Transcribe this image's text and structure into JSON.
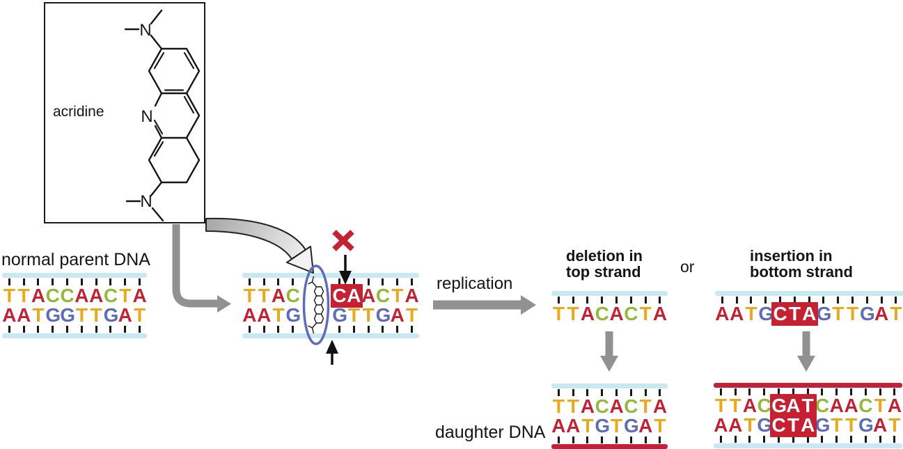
{
  "palette": {
    "base_A": "#C32233",
    "base_T": "#E8A81F",
    "base_C": "#94B83C",
    "base_G": "#5E6EB4",
    "highlight_bg": "#C62132",
    "highlight_text": "#FFFFFF",
    "backbone_blue": "#C8E8F4",
    "backbone_red": "#C4203A",
    "arrow_gray": "#919191",
    "x_mark_red": "#C62132",
    "ellipse_blue": "#5E6EB4"
  },
  "labels": {
    "acridine": "acridine",
    "normal_parent_dna": "normal parent DNA",
    "replication": "replication",
    "or": "or",
    "daughter_dna": "daughter DNA"
  },
  "branches": {
    "deletion": {
      "title_lines": [
        "deletion in",
        "top strand"
      ]
    },
    "insertion": {
      "title_lines": [
        "insertion in",
        "bottom strand"
      ]
    }
  },
  "strands": {
    "parent_top": [
      {
        "text": "TTACCAACTA"
      }
    ],
    "parent_bottom": [
      {
        "text": "AATGGTTGAT"
      }
    ],
    "intercalated_top": [
      {
        "text": "TTAC"
      },
      {
        "gap": 46
      },
      {
        "text": "CA",
        "highlight": true
      },
      {
        "text": "ACTA"
      }
    ],
    "intercalated_bottom": [
      {
        "text": "AATG"
      },
      {
        "gap": 46
      },
      {
        "text": "GTTGAT"
      }
    ],
    "deletion_top": [
      {
        "text": "TTACACTA"
      }
    ],
    "insertion_bottom": [
      {
        "text": "AATG"
      },
      {
        "text": "CTA",
        "highlight": true
      },
      {
        "text": "GTTGAT"
      }
    ],
    "daughter_left_top": [
      {
        "text": "TTACACTA"
      }
    ],
    "daughter_left_bottom": [
      {
        "text": "AATGTGAT"
      }
    ],
    "daughter_right_top": [
      {
        "text": "TTAC"
      },
      {
        "text": "GAT",
        "highlight": true
      },
      {
        "text": "CAACTA"
      }
    ],
    "daughter_right_bottom": [
      {
        "text": "AATG"
      },
      {
        "text": "CTA",
        "highlight": true
      },
      {
        "text": "GTTGAT"
      }
    ]
  }
}
